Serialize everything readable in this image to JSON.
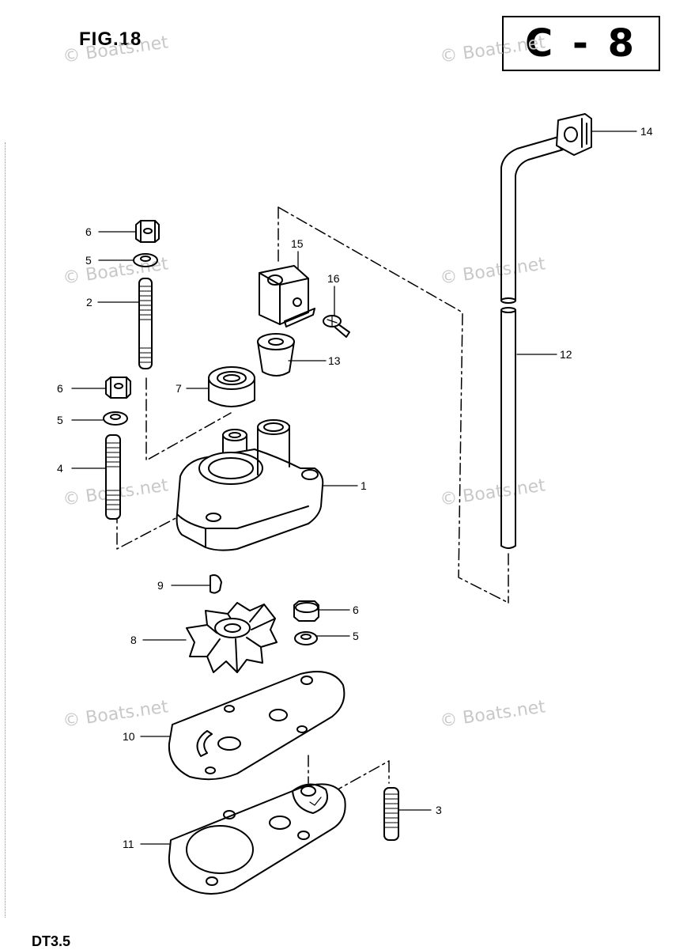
{
  "figure_title": "FIG.18",
  "page_code": "C - 8",
  "model": "DT3.5",
  "watermark": "© Boats.net",
  "callouts": {
    "p1": "1",
    "p2": "2",
    "p3": "3",
    "p4": "4",
    "p5a": "5",
    "p5b": "5",
    "p5c": "5",
    "p6a": "6",
    "p6b": "6",
    "p6c": "6",
    "p7": "7",
    "p8": "8",
    "p9": "9",
    "p10": "10",
    "p11": "11",
    "p12": "12",
    "p13": "13",
    "p14": "14",
    "p15": "15",
    "p16": "16"
  }
}
